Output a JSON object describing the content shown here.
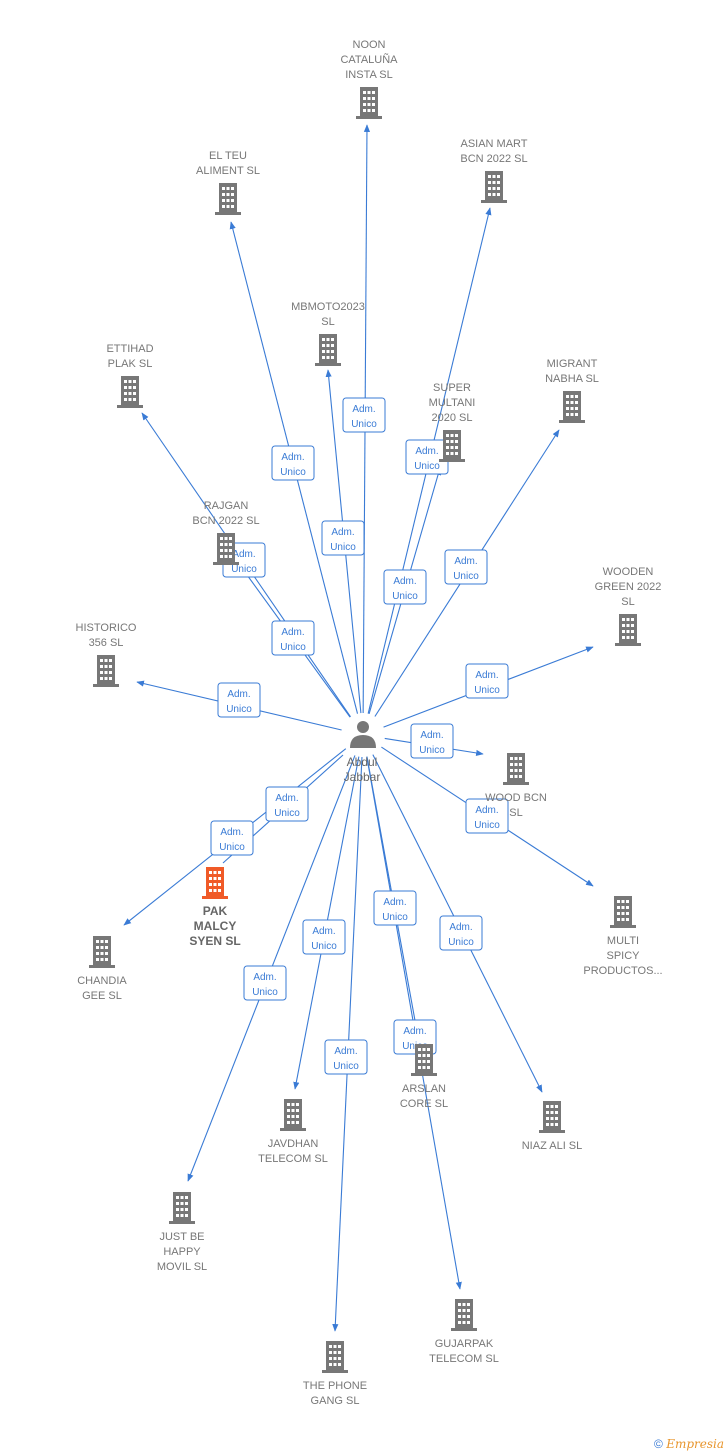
{
  "center": {
    "name_lines": [
      "Abdul",
      "Jabbar"
    ]
  },
  "edge_label_lines": [
    "Adm.",
    "Unico"
  ],
  "footer": {
    "copyright": "©",
    "brand": "Empresia"
  },
  "colors": {
    "edge": "#3a7bd5",
    "building": "#777777",
    "highlight": "#f05a28"
  },
  "nodes": [
    {
      "id": "noon",
      "lines": [
        "NOON",
        "CATALUÑA",
        "INSTA  SL"
      ]
    },
    {
      "id": "asian-mart",
      "lines": [
        "ASIAN MART",
        "BCN 2022  SL"
      ]
    },
    {
      "id": "el-teu",
      "lines": [
        "EL TEU",
        "ALIMENT  SL"
      ]
    },
    {
      "id": "mbmoto",
      "lines": [
        "MBMOTO2023",
        "SL"
      ]
    },
    {
      "id": "ettihad",
      "lines": [
        "ETTIHAD",
        "PLAK  SL"
      ]
    },
    {
      "id": "super-multani",
      "lines": [
        "SUPER",
        "MULTANI",
        "2020  SL"
      ]
    },
    {
      "id": "migrant",
      "lines": [
        "MIGRANT",
        "NABHA  SL"
      ]
    },
    {
      "id": "rajgan",
      "lines": [
        "RAJGAN",
        "BCN 2022  SL"
      ]
    },
    {
      "id": "wooden",
      "lines": [
        "WOODEN",
        "GREEN 2022",
        "SL"
      ]
    },
    {
      "id": "historico",
      "lines": [
        "HISTORICO",
        "356  SL"
      ]
    },
    {
      "id": "wood-bcn",
      "lines": [
        "WOOD BCN",
        "SL"
      ]
    },
    {
      "id": "pak-malcy",
      "lines": [
        "PAK",
        "MALCY",
        "SYEN  SL"
      ],
      "highlight": true
    },
    {
      "id": "chandia",
      "lines": [
        "CHANDIA",
        "GEE  SL"
      ]
    },
    {
      "id": "multi-spicy",
      "lines": [
        "MULTI",
        "SPICY",
        "PRODUCTOS..."
      ]
    },
    {
      "id": "arslan",
      "lines": [
        "ARSLAN",
        "CORE  SL"
      ]
    },
    {
      "id": "javdhan",
      "lines": [
        "JAVDHAN",
        "TELECOM SL"
      ]
    },
    {
      "id": "niaz",
      "lines": [
        "NIAZ ALI  SL"
      ]
    },
    {
      "id": "just-be",
      "lines": [
        "JUST BE",
        "HAPPY",
        "MOVIL  SL"
      ]
    },
    {
      "id": "gujarpak",
      "lines": [
        "GUJARPAK",
        "TELECOM SL"
      ]
    },
    {
      "id": "phone-gang",
      "lines": [
        "THE PHONE",
        "GANG  SL"
      ]
    }
  ]
}
